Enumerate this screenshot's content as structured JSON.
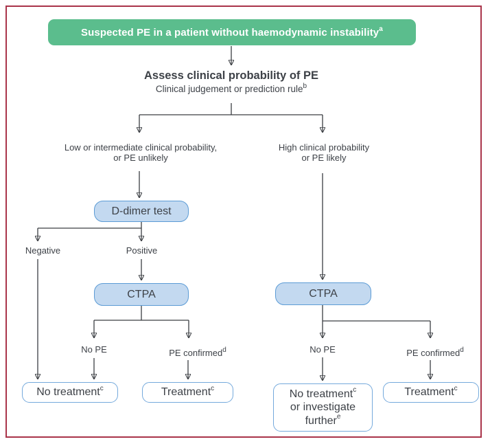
{
  "figure": {
    "type": "clinical-decision-flowchart",
    "palette": {
      "start_box_green": "#5bbd8d",
      "test_box_fill": "#c3d9f0",
      "test_box_border": "#5b9bd5",
      "outcome_box_border": "#74a9dc",
      "connector_line": "#3a3d42",
      "text": "#3d4147",
      "figure_frame_red": "#a93349"
    }
  },
  "nodes": {
    "start": {
      "text": "Suspected PE in a patient without haemodynamic instability",
      "sup": "a"
    },
    "assess": {
      "title": "Assess clinical probability of PE",
      "subtitle": "Clinical judgement or prediction rule",
      "subtitle_sup": "b"
    },
    "branch_left": {
      "line1": "Low or intermediate clinical probability,",
      "line2": "or PE unlikely"
    },
    "branch_right": {
      "line1": "High clinical probability",
      "line2": "or PE likely"
    },
    "ddimer": {
      "text": "D-dimer test"
    },
    "negative": {
      "text": "Negative"
    },
    "positive": {
      "text": "Positive"
    },
    "ctpa_left": {
      "text": "CTPA"
    },
    "ctpa_right": {
      "text": "CTPA"
    },
    "no_pe_left": {
      "text": "No PE"
    },
    "pe_confirmed_left": {
      "text": "PE confirmed",
      "sup": "d"
    },
    "no_pe_right": {
      "text": "No PE"
    },
    "pe_confirmed_right": {
      "text": "PE confirmed",
      "sup": "d"
    },
    "no_treatment_left": {
      "text": "No treatment",
      "sup": "c"
    },
    "treatment_left": {
      "text": "Treatment",
      "sup": "c"
    },
    "no_treatment_or_investigate": {
      "line1": "No treatment",
      "line1_sup": "c",
      "line2": "or investigate",
      "line3": "further",
      "line3_sup": "e"
    },
    "treatment_right": {
      "text": "Treatment",
      "sup": "c"
    }
  }
}
